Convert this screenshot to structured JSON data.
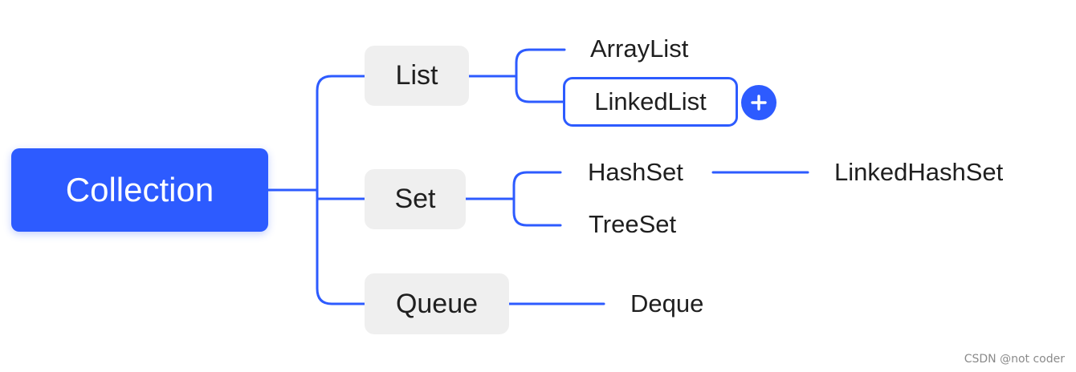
{
  "mindmap": {
    "root": "Collection",
    "branches": {
      "list": "List",
      "set": "Set",
      "queue": "Queue"
    },
    "leaves": {
      "arraylist": "ArrayList",
      "linkedlist": "LinkedList",
      "hashset": "HashSet",
      "treeset": "TreeSet",
      "linkedhashset": "LinkedHashSet",
      "deque": "Deque"
    },
    "selected_node": "LinkedList",
    "add_icon": "plus-icon"
  },
  "colors": {
    "accent": "#2d5bff",
    "branch_bg": "#efefef",
    "text": "#1f1f1f"
  },
  "watermark": "CSDN @not coder"
}
